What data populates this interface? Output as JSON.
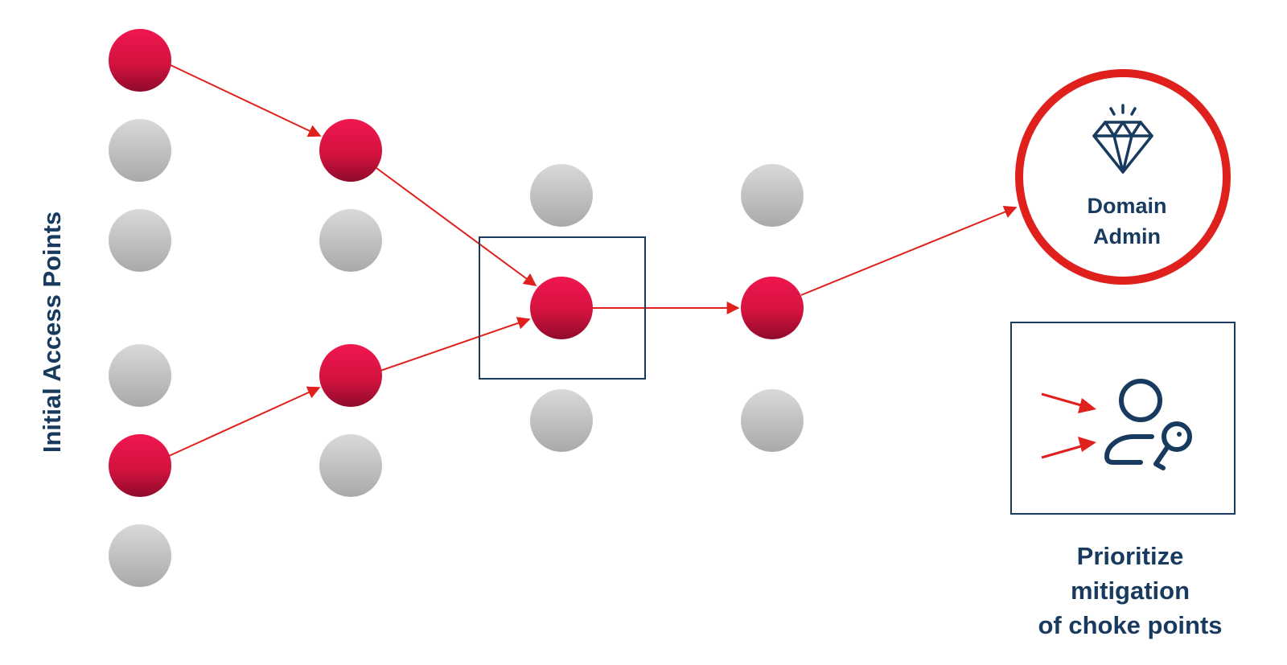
{
  "labels": {
    "initial_access": "Initial Access Points",
    "goal_line1": "Domain",
    "goal_line2": "Admin",
    "caption_line1": "Prioritize",
    "caption_line2": "mitigation",
    "caption_line3": "of choke points"
  },
  "icons": {
    "goal": "diamond-icon",
    "mitigation": "user-key-icon"
  },
  "colors": {
    "compromised_node": "#d4133f",
    "idle_node": "#c2c2c2",
    "attack_path": "#e0201c",
    "goal_ring": "#e0201c",
    "frame": "#173a5e",
    "text": "#173a5e"
  }
}
